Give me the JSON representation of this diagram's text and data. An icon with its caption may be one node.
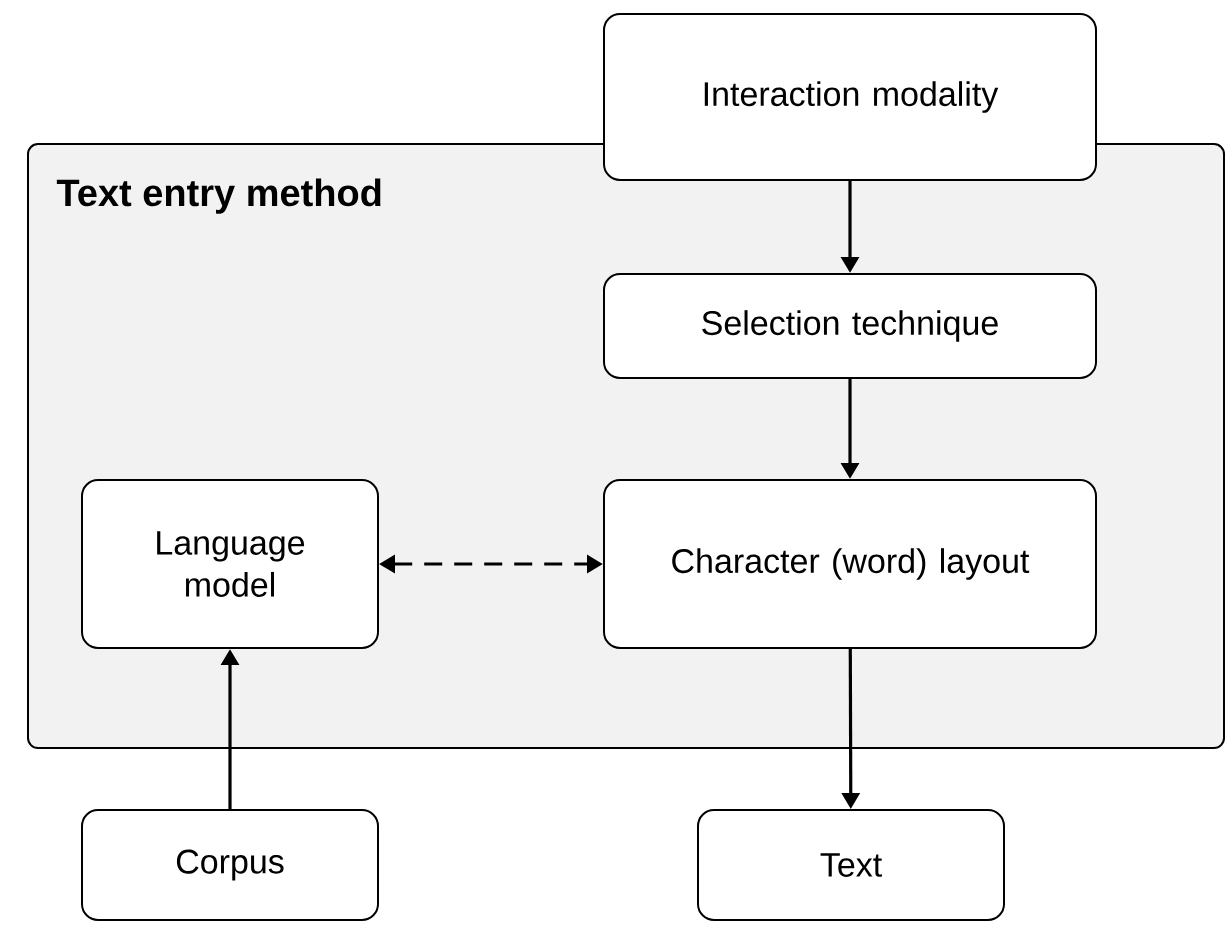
{
  "diagram": {
    "nodes": [
      {
        "text": [
          "Interaction modality"
        ]
      },
      {
        "text": [
          "Text entry method"
        ]
      },
      {
        "text": [
          "Selection technique"
        ],
        "in": 1
      },
      {
        "text": [
          "Language model"
        ],
        "in": 1
      },
      {
        "text": [
          "Character (word) layout"
        ],
        "in": 1
      },
      {
        "text": [
          "Corpus"
        ]
      },
      {
        "text": [
          "Text"
        ]
      }
    ],
    "edges": [
      {
        "from": 0,
        "to": 2,
        "arrow": "to"
      },
      {
        "from": 2,
        "to": 4,
        "arrow": "to"
      },
      {
        "from": 3,
        "to": 4,
        "arrow": "both",
        "style": "dashed"
      },
      {
        "from": 5,
        "to": 3,
        "arrow": "to"
      },
      {
        "from": 4,
        "to": 6,
        "arrow": "to"
      }
    ]
  }
}
